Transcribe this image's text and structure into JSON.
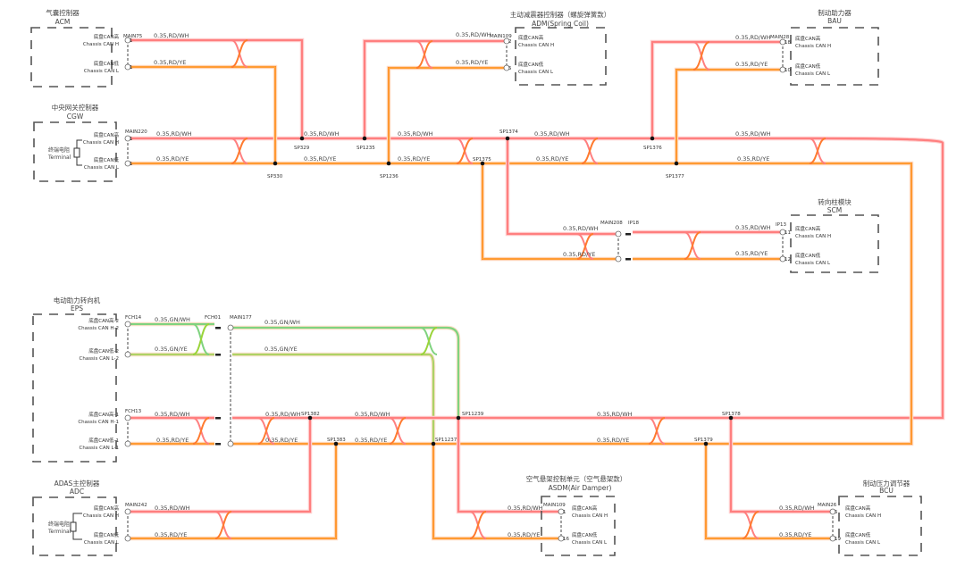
{
  "modules": {
    "acm": {
      "cn": "气囊控制器",
      "en": "ACM",
      "connector": "MAIN75",
      "pins": [
        "1",
        "1"
      ]
    },
    "cgw": {
      "cn": "中央网关控制器",
      "en": "CGW",
      "connector": "MAIN220",
      "pins": [
        "1",
        "1"
      ]
    },
    "adm": {
      "cn": "主动减震器控制器（螺旋弹簧款）",
      "en": "ADM(Spring Coil)",
      "connector": "MAIN109",
      "pins": [
        "2",
        "5"
      ]
    },
    "bau": {
      "cn": "制动助力器",
      "en": "BAU",
      "connector": "MAIN28",
      "pins": [
        "18",
        "10"
      ]
    },
    "scm": {
      "cn": "转向柱模块",
      "en": "SCM",
      "connector": "IP13",
      "pins": [
        "11",
        "12"
      ]
    },
    "eps": {
      "cn": "电动助力转向机",
      "en": "EPS",
      "connector1": "FCH14",
      "connector2": "FCH13"
    },
    "adc": {
      "cn": "ADAS主控制器",
      "en": "ADC",
      "connector": "MAIN242"
    },
    "asdm": {
      "cn": "空气悬架控制单元（空气悬架款）",
      "en": "ASDM(Air Damper)",
      "connector": "MAIN109",
      "pins": [
        "1",
        "16"
      ]
    },
    "bcu": {
      "cn": "制动压力调节器",
      "en": "BCU",
      "connector": "MAIN26",
      "pins": [
        "5",
        "19"
      ]
    }
  },
  "signals": {
    "can_h_cn": "底盘CAN高",
    "can_h": "Chassis CAN H",
    "can_l_cn": "底盘CAN低",
    "can_l": "Chassis CAN L",
    "can_h2_cn": "底盘CAN高-2",
    "can_h2": "Chassis CAN H-2",
    "can_l2_cn": "底盘CAN低-2",
    "can_l2": "Chassis CAN L-2",
    "can_h1_cn": "底盘CAN高-1",
    "can_h1": "Chassis CAN H-1",
    "can_l1_cn": "底盘CAN低-1",
    "can_l1": "Chassis CAN L-1",
    "term_cn": "终端电阻",
    "term": "Terminal"
  },
  "wires": {
    "rdwh": "0.35,RD/WH",
    "rdye": "0.35,RD/YE",
    "gnwh": "0.35,GN/WH",
    "gnye": "0.35,GN/YE"
  },
  "connectors": {
    "main208": "MAIN208",
    "ip18": "IP18",
    "fch01": "FCH01",
    "main177": "MAIN177"
  },
  "splices": {
    "sp329": "SP329",
    "sp330": "SP330",
    "sp1235": "SP1235",
    "sp1236": "SP1236",
    "sp1374": "SP1374",
    "sp1375": "SP1375",
    "sp1376": "SP1376",
    "sp1377": "SP1377",
    "sp1382": "SP1382",
    "sp1383": "SP1383",
    "sp11239": "SP11239",
    "sp11237": "SP11237",
    "sp1378": "SP1378",
    "sp1379": "SP1379"
  },
  "colors": {
    "rdwh": "#ff7f7f",
    "rdye": "#ff7a2e",
    "ye": "#ffd23a",
    "gn": "#7fd37f",
    "halo": "#ffd0d0"
  }
}
